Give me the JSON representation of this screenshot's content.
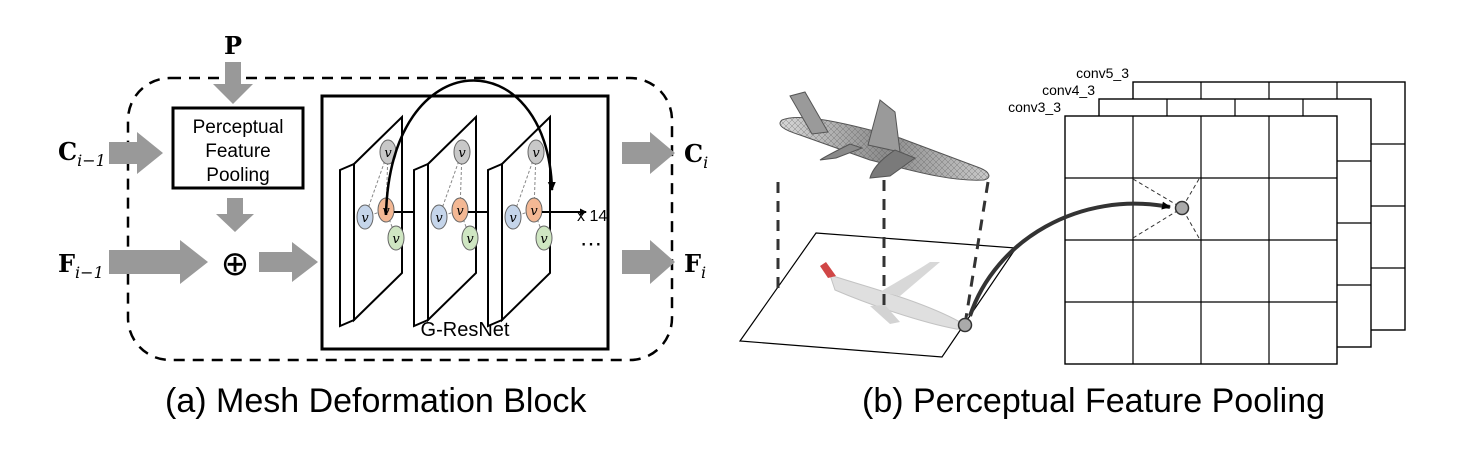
{
  "panel_a": {
    "caption": "(a) Mesh Deformation Block",
    "input_p": "P",
    "input_c": {
      "base": "C",
      "sub": "i−1"
    },
    "input_f": {
      "base": "F",
      "sub": "i−1"
    },
    "output_c": {
      "base": "C",
      "sub": "i"
    },
    "output_f": {
      "base": "F",
      "sub": "i"
    },
    "pooling_box": [
      "Perceptual",
      "Feature",
      "Pooling"
    ],
    "combine_symbol": "⊕",
    "resnet_label": "G-ResNet",
    "repeat_label": "x 14",
    "ellipsis": "⋯",
    "node_symbol": "v",
    "colors": {
      "arrow_gray": "#999999",
      "node_gray": "#c8c8c8",
      "node_blue": "#c5d5ea",
      "node_orange": "#f3b894",
      "node_green": "#cfe6c2"
    }
  },
  "panel_b": {
    "caption": "(b) Perceptual Feature Pooling",
    "layers": [
      "conv5_3",
      "conv4_3",
      "conv3_3"
    ]
  }
}
